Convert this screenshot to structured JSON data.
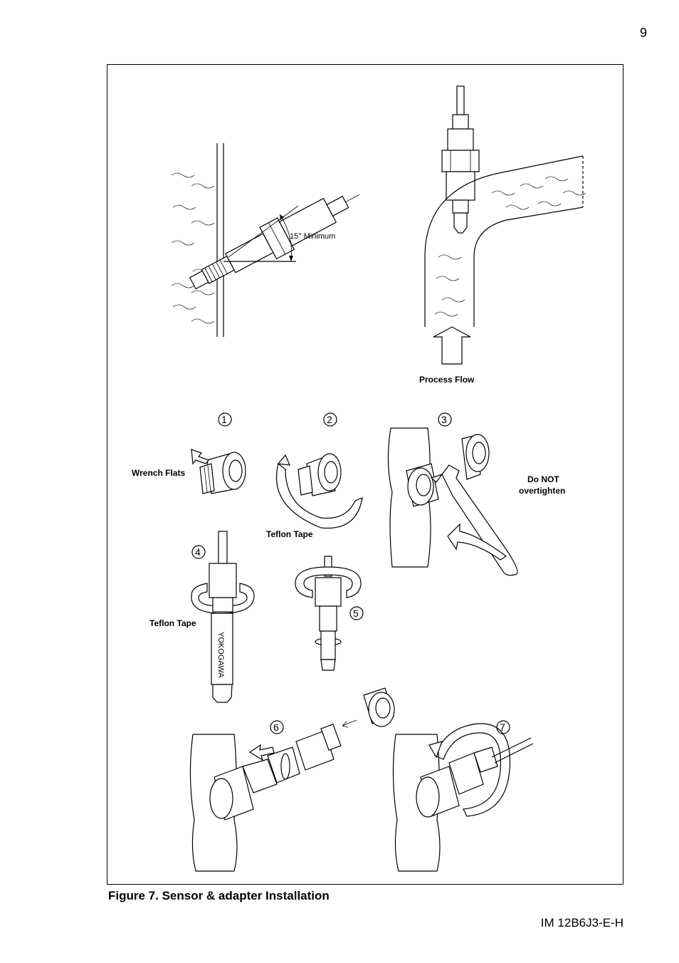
{
  "page": {
    "number": "9",
    "doc_id": "IM 12B6J3-E-H"
  },
  "figure": {
    "caption": "Figure 7. Sensor & adapter Installation",
    "labels": {
      "angle": "15° Minimum",
      "process_flow": "Process Flow",
      "wrench_flats": "Wrench Flats",
      "teflon_tape_2": "Teflon Tape",
      "teflon_tape_4": "Teflon Tape",
      "overtighten_line1": "Do NOT",
      "overtighten_line2": "overtighten",
      "brand_on_sensor": "YOKOGAWA"
    },
    "steps": [
      "1",
      "2",
      "3",
      "4",
      "5",
      "6",
      "7"
    ]
  }
}
